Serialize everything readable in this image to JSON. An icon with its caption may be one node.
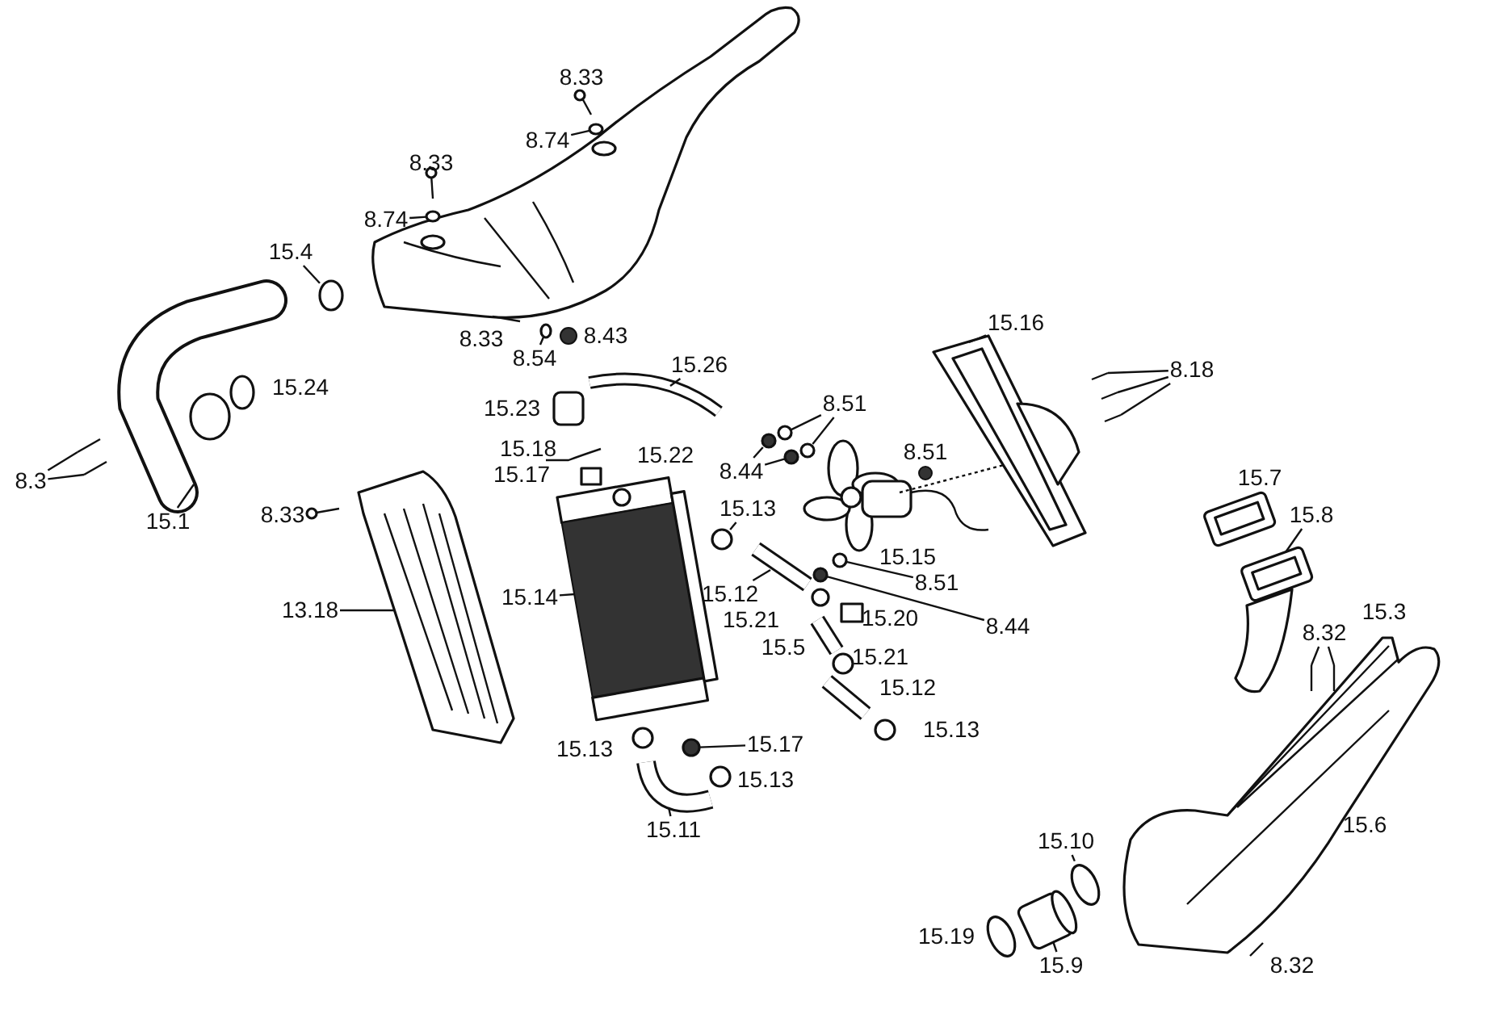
{
  "diagram": {
    "nodes": [
      {
        "text": [
          "8.74"
        ]
      },
      {
        "text": [
          "8.74"
        ]
      },
      {
        "text": [
          "15.4"
        ]
      },
      {
        "text": [
          "8.54"
        ]
      },
      {
        "text": [
          "15.26"
        ]
      },
      {
        "text": [
          "8.51"
        ]
      },
      {
        "text": [
          "15.16"
        ]
      },
      {
        "text": [
          "8.18"
        ]
      },
      {
        "text": [
          "8.3"
        ]
      },
      {
        "text": [
          "8.44"
        ]
      },
      {
        "text": [
          "15.1"
        ]
      },
      {
        "text": [
          "15.13"
        ]
      },
      {
        "text": [
          "15.8"
        ]
      },
      {
        "text": [
          "15.14"
        ]
      },
      {
        "text": [
          "15.12"
        ]
      },
      {
        "text": [
          "13.18"
        ]
      },
      {
        "text": [
          "8.51"
        ]
      },
      {
        "text": [
          "8.44"
        ]
      },
      {
        "text": [
          "8.32"
        ]
      },
      {
        "text": [
          "15.17"
        ]
      },
      {
        "text": [
          "15.11"
        ]
      },
      {
        "text": [
          "15.10"
        ]
      },
      {
        "text": [
          "15.9"
        ]
      },
      {
        "text": [],
        "shape": "circle"
      },
      {
        "text": [],
        "shape": "circle"
      },
      {
        "text": [],
        "shape": "circle"
      },
      {
        "text": [],
        "shape": "circle"
      },
      {
        "text": [],
        "shape": "circle"
      },
      {
        "text": [],
        "shape": "circle"
      },
      {
        "text": [],
        "shape": "circle"
      },
      {
        "text": [],
        "shape": "circle"
      },
      {
        "text": [],
        "shape": "picture"
      },
      {
        "text": [],
        "shape": "circle"
      },
      {
        "text": [],
        "shape": "circle"
      },
      {
        "text": [],
        "shape": "picture"
      },
      {
        "text": [],
        "shape": "picture"
      },
      {
        "text": [],
        "shape": "picture"
      },
      {
        "text": [],
        "shape": "picture"
      },
      {
        "text": [],
        "shape": "picture"
      },
      {
        "text": [],
        "shape": "picture"
      },
      {
        "text": [],
        "shape": "circle"
      },
      {
        "text": [],
        "shape": "picture"
      },
      {
        "text": [],
        "shape": "picture"
      },
      {
        "text": [],
        "shape": "picture"
      },
      {
        "text": [],
        "shape": "picture"
      },
      {
        "text": [],
        "shape": "picture"
      },
      {
        "text": [],
        "shape": "circle"
      },
      {
        "text": [],
        "shape": "picture"
      },
      {
        "text": [],
        "shape": "picture"
      },
      {
        "text": [],
        "shape": "circle"
      },
      {
        "text": [],
        "shape": "picture"
      },
      {
        "text": [],
        "shape": "picture"
      }
    ],
    "edges": [
      {
        "from": 0,
        "to": 23,
        "arrow": "none"
      },
      {
        "from": 1,
        "to": 24,
        "arrow": "none"
      },
      {
        "from": 2,
        "to": 25,
        "arrow": "none"
      },
      {
        "from": 3,
        "to": 26,
        "arrow": "none"
      },
      {
        "from": 4,
        "to": 31,
        "arrow": "none"
      },
      {
        "from": 5,
        "to": 32,
        "arrow": "none"
      },
      {
        "from": 5,
        "to": 33,
        "arrow": "none"
      },
      {
        "from": 6,
        "to": 34,
        "arrow": "none"
      },
      {
        "from": 7,
        "to": 35,
        "arrow": "none"
      },
      {
        "from": 7,
        "to": 36,
        "arrow": "none"
      },
      {
        "from": 7,
        "to": 37,
        "arrow": "none"
      },
      {
        "from": 8,
        "to": 38,
        "arrow": "none"
      },
      {
        "from": 8,
        "to": 39,
        "arrow": "none"
      },
      {
        "from": 9,
        "to": 27,
        "arrow": "none"
      },
      {
        "from": 9,
        "to": 40,
        "arrow": "none"
      },
      {
        "from": 10,
        "to": 41,
        "arrow": "none"
      },
      {
        "from": 11,
        "to": 28,
        "arrow": "none"
      },
      {
        "from": 12,
        "to": 42,
        "arrow": "none"
      },
      {
        "from": 13,
        "to": 43,
        "arrow": "none"
      },
      {
        "from": 14,
        "to": 44,
        "arrow": "none"
      },
      {
        "from": 15,
        "to": 45,
        "arrow": "none"
      },
      {
        "from": 16,
        "to": 46,
        "arrow": "none"
      },
      {
        "from": 17,
        "to": 29,
        "arrow": "none"
      },
      {
        "from": 18,
        "to": 47,
        "arrow": "none"
      },
      {
        "from": 18,
        "to": 48,
        "arrow": "none"
      },
      {
        "from": 19,
        "to": 49,
        "arrow": "none"
      },
      {
        "from": 20,
        "to": 50,
        "arrow": "none"
      },
      {
        "from": 21,
        "to": 30,
        "arrow": "none"
      },
      {
        "from": 22,
        "to": 51,
        "arrow": "none"
      }
    ],
    "labels": [
      "8.33",
      "8.33",
      "8.33",
      "8.43",
      "15.24",
      "15.23",
      "15.18",
      "15.17",
      "15.22",
      "8.51",
      "8.33",
      "15.7",
      "15.15",
      "15.21",
      "15.20",
      "15.5",
      "15.21",
      "15.3",
      "15.12",
      "15.13",
      "15.13",
      "15.13",
      "15.6",
      "15.19",
      "8.32"
    ]
  }
}
